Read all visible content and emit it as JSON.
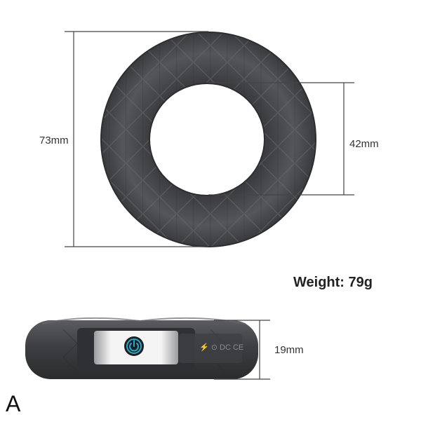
{
  "dimensions": {
    "outer_diameter": "73mm",
    "inner_diameter": "42mm",
    "height": "19mm"
  },
  "weight_text": "Weight: 79g",
  "variant_label": "A",
  "device_markings": "⚡ ⊙ DC CE",
  "colors": {
    "ring": "#4a4b4d",
    "accent_button": "#2aa8c9",
    "dimension_lines": "#444444"
  }
}
